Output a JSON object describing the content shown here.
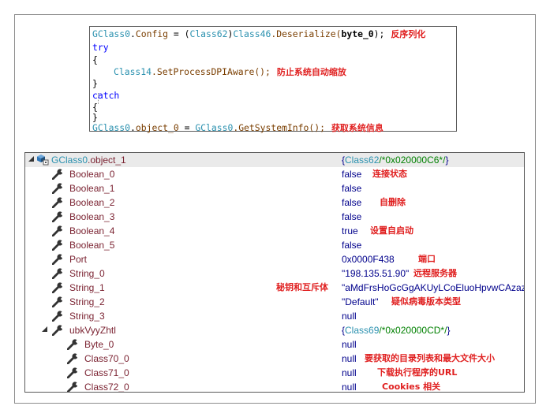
{
  "code": {
    "line1": {
      "obj": "GClass0",
      "prop": "Config",
      "assign": " = (",
      "cast": "Class62",
      "close": ")",
      "cls": "Class46",
      "call": ".Deserialize(",
      "arg": "byte_0",
      "end": ");",
      "note": "反序列化"
    },
    "line2": {
      "kw": "try"
    },
    "line3": {
      "brace": "{"
    },
    "line4": {
      "cls": "Class14",
      "call": ".SetProcessDPIAware();",
      "note": "防止系统自动缩放"
    },
    "line5": {
      "brace": "}"
    },
    "line6": {
      "kw": "catch"
    },
    "line7": {
      "brace": "{"
    },
    "line8": {
      "brace": "}"
    },
    "line9": {
      "obj": "GClass0",
      "prop": "object_0",
      "assign": " = ",
      "obj2": "GClass0",
      "call": ".GetSystemInfo();",
      "note": "获取系统信息"
    }
  },
  "tree": {
    "root": {
      "name_obj": "GClass0",
      "name_rest": ".object_1",
      "val_open": "{",
      "val_type": "Class62",
      "val_comment": "/*0x020000C6*/",
      "val_close": "}"
    },
    "rows": [
      {
        "name": "Boolean_0",
        "value": "false",
        "note": "连接状态"
      },
      {
        "name": "Boolean_1",
        "value": "false",
        "note": ""
      },
      {
        "name": "Boolean_2",
        "value": "false",
        "note": "自删除"
      },
      {
        "name": "Boolean_3",
        "value": "false",
        "note": ""
      },
      {
        "name": "Boolean_4",
        "value": "true",
        "note": "设置自启动"
      },
      {
        "name": "Boolean_5",
        "value": "false",
        "note": ""
      },
      {
        "name": "Port",
        "value": "0x0000F438",
        "note": "端口"
      },
      {
        "name": "String_0",
        "value": "\"198.135.51.90\"",
        "note": "远程服务器"
      },
      {
        "name": "String_1",
        "value": "\"aMdFrsHoGcGgAKUyLCoEluoHpvwCAzaz\"",
        "note": "秘钥和互斥体"
      },
      {
        "name": "String_2",
        "value": "\"Default\"",
        "note": "疑似病毒版本类型"
      },
      {
        "name": "String_3",
        "value": "null",
        "note": ""
      }
    ],
    "sub": {
      "name": "ubkVyyZhtl",
      "val_open": "{",
      "val_type": "Class69",
      "val_comment": "/*0x020000CD*/",
      "val_close": "}"
    },
    "sub_rows": [
      {
        "name": "Byte_0",
        "value": "null",
        "note": ""
      },
      {
        "name": "Class70_0",
        "value": "null",
        "note": "要获取的目录列表和最大文件大小"
      },
      {
        "name": "Class71_0",
        "value": "null",
        "note": "下载执行程序的URL"
      },
      {
        "name": "Class72_0",
        "value": "null",
        "note": "Cookies 相关"
      }
    ]
  }
}
